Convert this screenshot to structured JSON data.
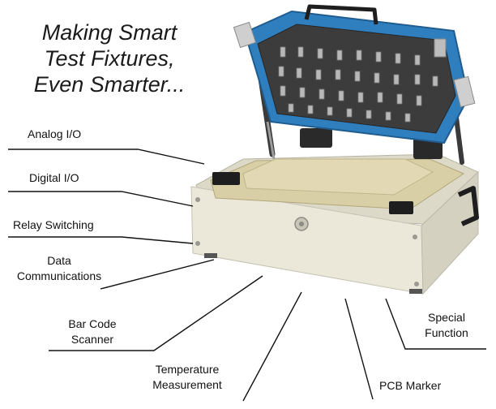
{
  "headline": {
    "line1": "Making Smart",
    "line2": "Test Fixtures,",
    "line3": "Even Smarter..."
  },
  "callouts": {
    "analog_io": "Analog I/O",
    "digital_io": "Digital I/O",
    "relay_switching": "Relay Switching",
    "data_comm_line1": "Data",
    "data_comm_line2": "Communications",
    "bar_code_line1": "Bar Code",
    "bar_code_line2": "Scanner",
    "temperature_line1": "Temperature",
    "temperature_line2": "Measurement",
    "pcb_marker": "PCB Marker",
    "special_line1": "Special",
    "special_line2": "Function"
  },
  "colors": {
    "lid_blue": "#2f7fbf",
    "base_beige": "#e9e6d8",
    "plate_tan": "#d9cfa6",
    "handle_black": "#1e1e1e"
  }
}
